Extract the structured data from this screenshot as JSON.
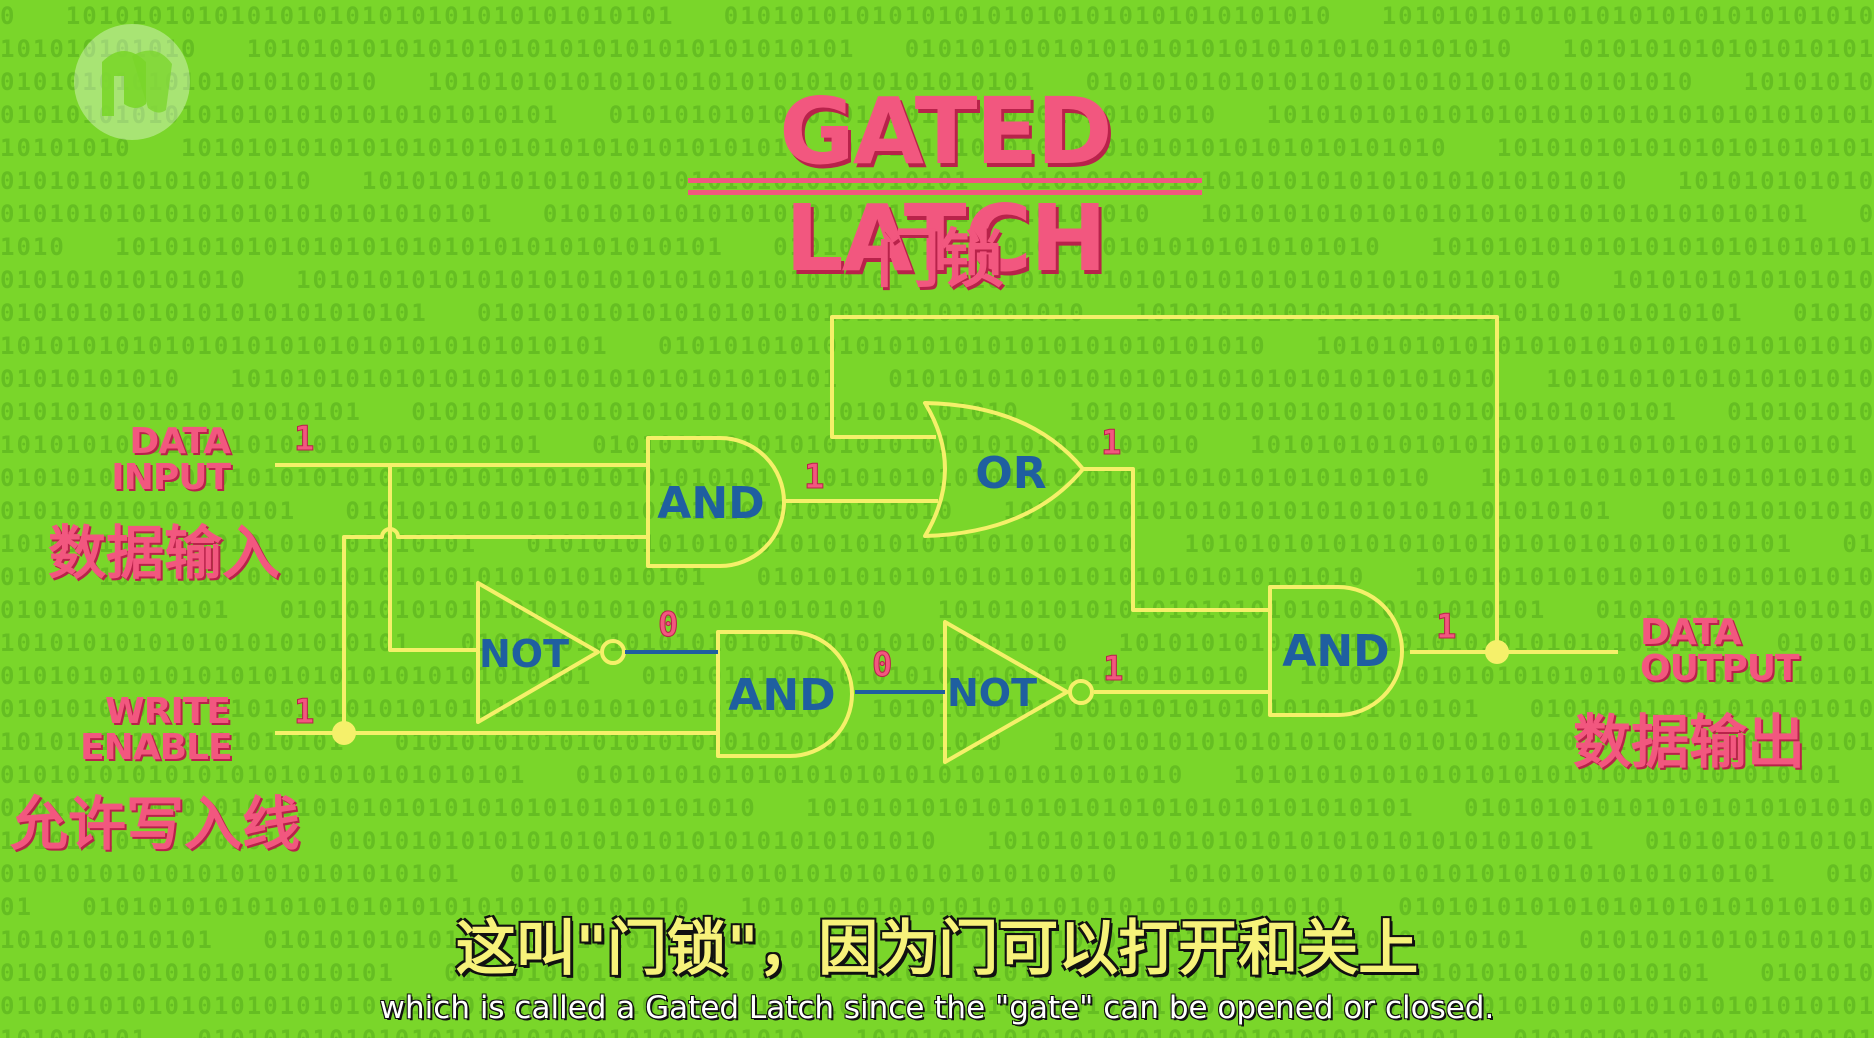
{
  "title": "GATED LATCH",
  "subtitle_cn": "门锁",
  "labels": {
    "data_input_line1": "DATA",
    "data_input_line2": "INPUT",
    "data_input_cn": "数据输入",
    "write_enable_line1": "WRITE",
    "write_enable_line2": "ENABLE",
    "write_enable_cn": "允许写入线",
    "data_output_line1": "DATA",
    "data_output_line2": "OUTPUT",
    "data_output_cn": "数据输出"
  },
  "gates": {
    "and_top": "AND",
    "or": "OR",
    "not_top": "NOT",
    "and_middle": "AND",
    "not_bottom": "NOT",
    "and_output": "AND"
  },
  "signals": {
    "data_input": "1",
    "write_enable": "1",
    "and_top_out": "1",
    "or_out": "1",
    "not_top_out": "0",
    "and_middle_out": "0",
    "not_bottom_out": "1",
    "data_output": "1"
  },
  "subtitles": {
    "cn": "这叫\"门锁\"，因为门可以打开和关上",
    "en": "which is called a Gated Latch since the \"gate\" can be opened or closed."
  },
  "colors": {
    "background": "#7ad62a",
    "wire": "#f5f06a",
    "wire_low": "#1f5fa0",
    "gate_text": "#1f5fa0",
    "label": "#f2577f",
    "signal": "#f2577f"
  },
  "icons": {
    "logo": "pbs-logo-icon"
  }
}
